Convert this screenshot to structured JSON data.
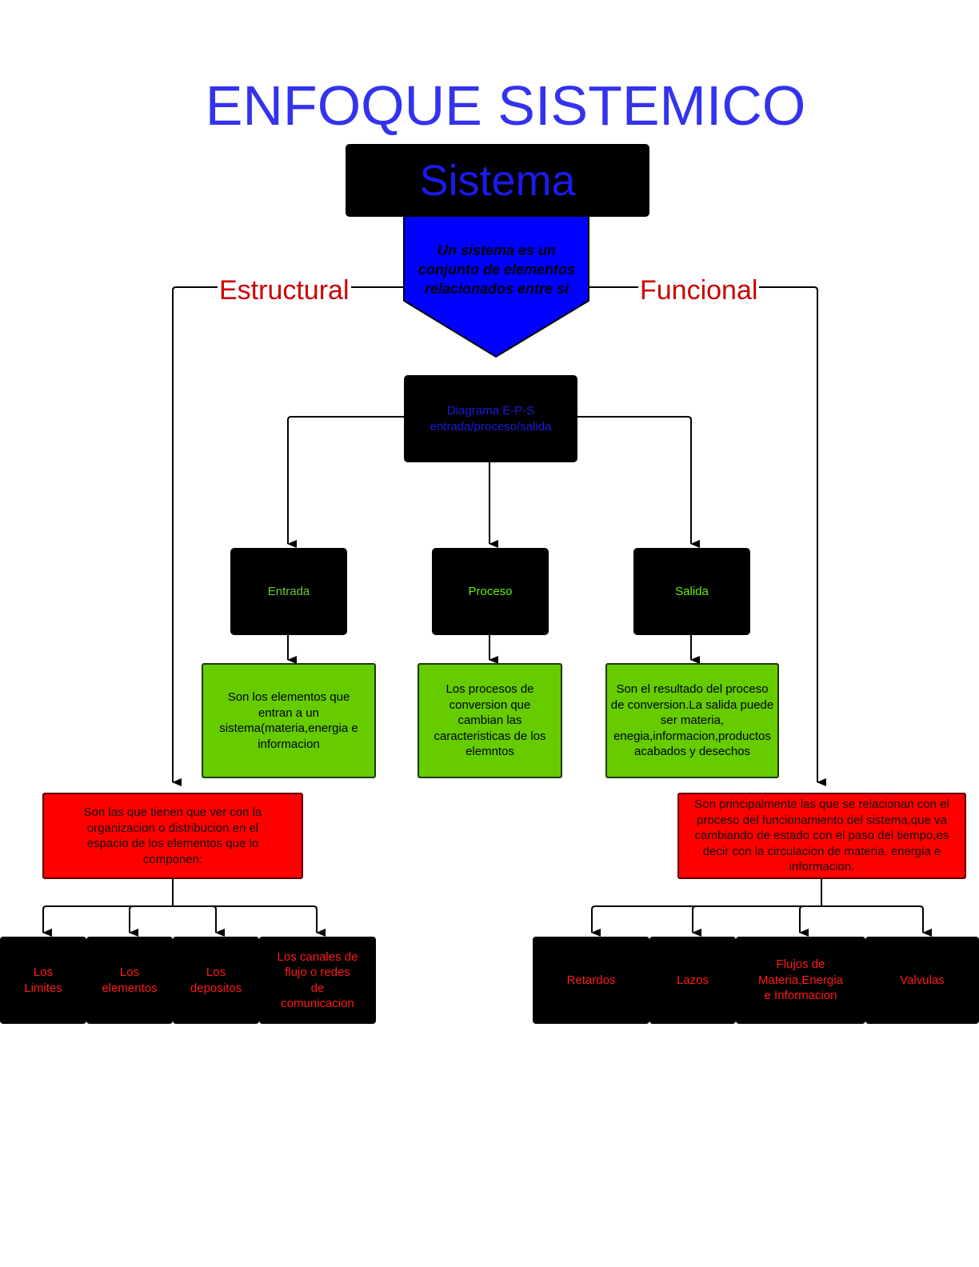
{
  "title": "ENFOQUE SISTEMICO",
  "sistema": "Sistema",
  "definition": "Un sistema es un conjunto de elementos relacionados entre si",
  "branches": {
    "left": "Estructural",
    "right": "Funcional"
  },
  "eps": {
    "line1": "Diagrama E-P-S",
    "line2": "entrada/proceso/salida"
  },
  "stages": [
    {
      "label": "Entrada",
      "description": "Son los elementos que entran a un sistema(materia,energia e informacion"
    },
    {
      "label": "Proceso",
      "description": "Los procesos de conversion que cambian las caracteristicas de los elemntos"
    },
    {
      "label": "Salida",
      "description": "Son el resultado del proceso de conversion.La salida puede ser materia, enegia,informacion,productos acabados y desechos"
    }
  ],
  "structural": {
    "description": "Son las que tienen que ver con la organizacion o distribucion en el espacio de los elementos que lo componen:",
    "items": [
      "Los Limites",
      "Los elementos",
      "Los depositos",
      "Los canales de flujo o redes de comunicacion"
    ]
  },
  "functional": {
    "description": "Son principalmente las que se relacionan con el proceso del funcionamiento del sistema,que va cambiando de estado con el paso del tiempo,es decir con la circulacion de materia, energia e informacion.",
    "items": [
      "Retardos",
      "Lazos",
      "Flujos de Materia,Energia e Informacion",
      "Valvulas"
    ]
  },
  "colors": {
    "title": "#3333ee",
    "sistema_text": "#1a1aee",
    "arrow_fill": "#0000ff",
    "branch_label": "#cc0000",
    "eps_text": "#1a1adc",
    "stage_text": "#66dd00",
    "leaf_text": "#ff1a1a",
    "green_box": "#66cc00",
    "red_box": "#ff0000"
  }
}
